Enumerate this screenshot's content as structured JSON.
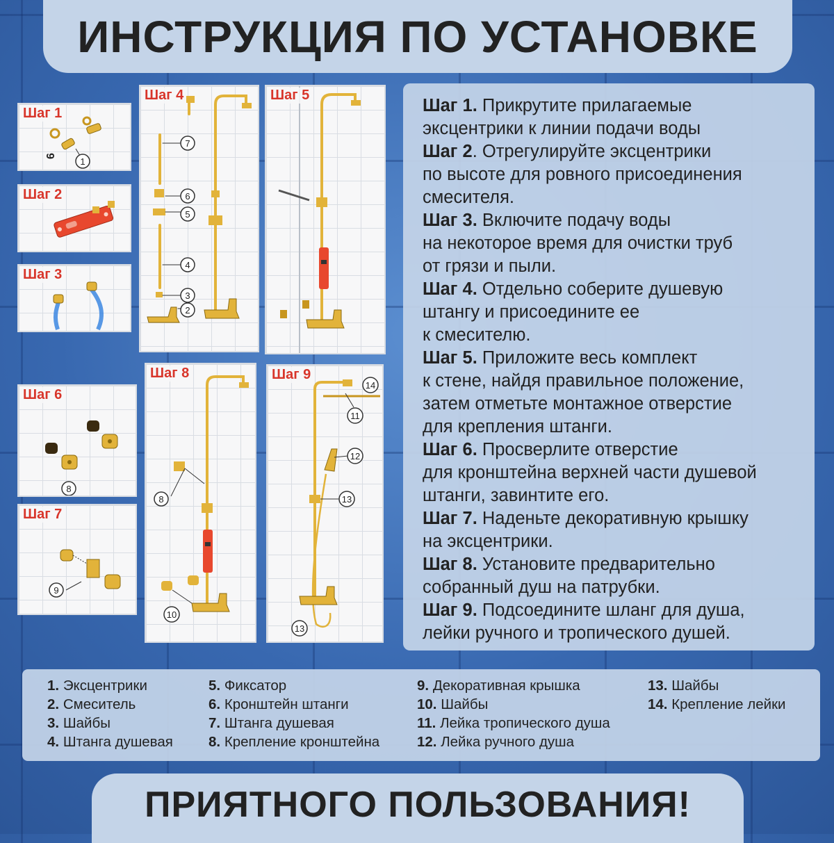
{
  "header": {
    "title": "ИНСТРУКЦИЯ ПО УСТАНОВКЕ"
  },
  "panels": {
    "step1": {
      "label": "Шаг 1",
      "callouts": [
        "1"
      ]
    },
    "step2": {
      "label": "Шаг 2"
    },
    "step3": {
      "label": "Шаг 3"
    },
    "step4": {
      "label": "Шаг 4",
      "callouts": [
        "7",
        "6",
        "5",
        "4",
        "3",
        "2"
      ]
    },
    "step5": {
      "label": "Шаг 5"
    },
    "step6": {
      "label": "Шаг 6",
      "callouts": [
        "8"
      ]
    },
    "step7": {
      "label": "Шаг 7",
      "callouts": [
        "9"
      ]
    },
    "step8": {
      "label": "Шаг 8",
      "callouts": [
        "8",
        "10"
      ]
    },
    "step9": {
      "label": "Шаг 9",
      "callouts": [
        "14",
        "11",
        "12",
        "13",
        "13"
      ]
    }
  },
  "steps": [
    {
      "label": "Шаг 1.",
      "lines": [
        "Прикрутите прилагаемые",
        "эксцентрики к линии подачи воды"
      ]
    },
    {
      "label": "Шаг 2",
      "lines": [
        ". Отрегулируйте эксцентрики",
        "по высоте для ровного присоединения",
        "смесителя."
      ]
    },
    {
      "label": "Шаг 3.",
      "lines": [
        "Включите подачу воды",
        "на некоторое время для очистки труб",
        "от грязи и пыли."
      ]
    },
    {
      "label": "Шаг 4.",
      "lines": [
        "Отдельно соберите душевую",
        "штангу и присоедините ее",
        "к смесителю."
      ]
    },
    {
      "label": "Шаг 5.",
      "lines": [
        "Приложите весь комплект",
        "к стене, найдя правильное положение,",
        "затем отметьте монтажное отверстие",
        "для крепления штанги."
      ]
    },
    {
      "label": "Шаг 6.",
      "lines": [
        "Просверлите отверстие",
        "для кронштейна верхней части душевой",
        "штанги, завинтите его."
      ]
    },
    {
      "label": "Шаг 7.",
      "lines": [
        "Наденьте декоративную крышку",
        "на эксцентрики."
      ]
    },
    {
      "label": "Шаг 8.",
      "lines": [
        "Установите предварительно",
        "собранный душ на патрубки."
      ]
    },
    {
      "label": "Шаг 9.",
      "lines": [
        "Подсоедините шланг для душа,",
        "лейки ручного и тропического душей."
      ]
    }
  ],
  "legend": [
    {
      "num": "1.",
      "text": "Эксцентрики"
    },
    {
      "num": "2.",
      "text": "Смеситель"
    },
    {
      "num": "3.",
      "text": "Шайбы"
    },
    {
      "num": "4.",
      "text": "Штанга душевая"
    },
    {
      "num": "5.",
      "text": "Фиксатор"
    },
    {
      "num": "6.",
      "text": "Кронштейн штанги"
    },
    {
      "num": "7.",
      "text": "Штанга душевая"
    },
    {
      "num": "8.",
      "text": "Крепление кронштейна"
    },
    {
      "num": "9.",
      "text": "Декоративная крышка"
    },
    {
      "num": "10.",
      "text": "Шайбы"
    },
    {
      "num": "11.",
      "text": "Лейка тропического душа"
    },
    {
      "num": "12.",
      "text": "Лейка ручного душа"
    },
    {
      "num": "13.",
      "text": "Шайбы"
    },
    {
      "num": "14.",
      "text": "Крепление лейки"
    }
  ],
  "footer": {
    "title": "ПРИЯТНОГО ПОЛЬЗОВАНИЯ!"
  },
  "colors": {
    "gold": "#e2b33a",
    "red": "#e8482e",
    "accent_label": "#d8352a",
    "box": "#c4d4e8"
  }
}
